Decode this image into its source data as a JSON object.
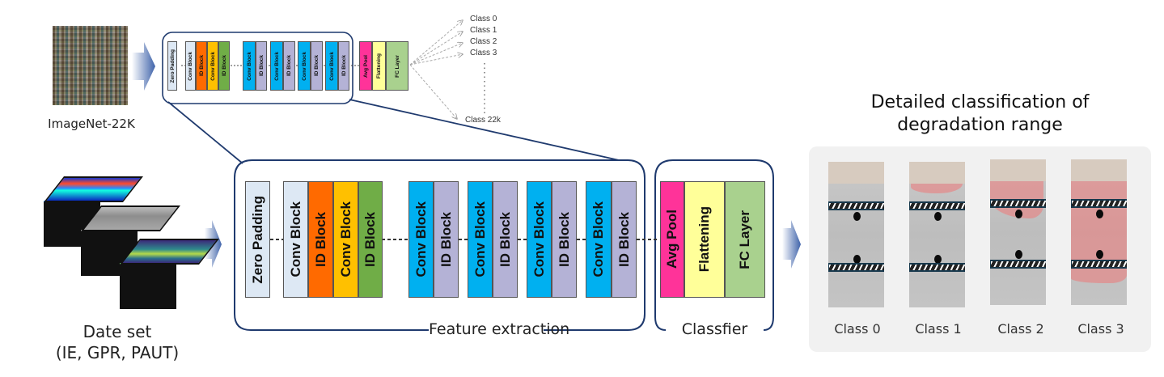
{
  "pretrain": {
    "dataset_label": "ImageNet-22K",
    "network_blocks": [
      {
        "label": "Zero Padding",
        "color": "#dde8f4"
      },
      {
        "label": "Conv Block",
        "color": "#dde8f4"
      },
      {
        "label": "ID Block",
        "color": "#ff6a00"
      },
      {
        "label": "Conv Block",
        "color": "#ffc000"
      },
      {
        "label": "ID Block",
        "color": "#70ad47"
      },
      {
        "label": "Conv Block",
        "color": "#00b0f0"
      },
      {
        "label": "ID Block",
        "color": "#b4b2d6"
      },
      {
        "label": "Conv Block",
        "color": "#00b0f0"
      },
      {
        "label": "ID Block",
        "color": "#b4b2d6"
      },
      {
        "label": "Conv Block",
        "color": "#00b0f0"
      },
      {
        "label": "ID Block",
        "color": "#b4b2d6"
      },
      {
        "label": "Conv Block",
        "color": "#00b0f0"
      },
      {
        "label": "ID Block",
        "color": "#b4b2d6"
      },
      {
        "label": "Avg Pool",
        "color": "#ff3399"
      },
      {
        "label": "Flattening",
        "color": "#ffff99"
      },
      {
        "label": "FC Layer",
        "color": "#a9d18e"
      }
    ],
    "output_classes": [
      "Class 0",
      "Class 1",
      "Class 2",
      "Class 3",
      "Class 22k"
    ]
  },
  "dataset": {
    "title": "Date set",
    "subtitle": "(IE, GPR, PAUT)"
  },
  "feature_extraction": {
    "label": "Feature extraction",
    "blocks": [
      {
        "label": "Zero Padding",
        "color": "#dde8f4"
      },
      {
        "label": "Conv Block",
        "color": "#dde8f4"
      },
      {
        "label": "ID Block",
        "color": "#ff6a00"
      },
      {
        "label": "Conv Block",
        "color": "#ffc000"
      },
      {
        "label": "ID Block",
        "color": "#70ad47"
      },
      {
        "label": "Conv Block",
        "color": "#00b0f0"
      },
      {
        "label": "ID Block",
        "color": "#b4b2d6"
      },
      {
        "label": "Conv Block",
        "color": "#00b0f0"
      },
      {
        "label": "ID Block",
        "color": "#b4b2d6"
      },
      {
        "label": "Conv Block",
        "color": "#00b0f0"
      },
      {
        "label": "ID Block",
        "color": "#b4b2d6"
      },
      {
        "label": "Conv Block",
        "color": "#00b0f0"
      },
      {
        "label": "ID Block",
        "color": "#b4b2d6"
      }
    ]
  },
  "classifier": {
    "label": "Classfier",
    "blocks": [
      {
        "label": "Avg Pool",
        "color": "#ff3399"
      },
      {
        "label": "Flattening",
        "color": "#ffff99"
      },
      {
        "label": "FC Layer",
        "color": "#a9d18e"
      }
    ]
  },
  "result": {
    "title_line1": "Detailed classification of",
    "title_line2": "degradation range",
    "classes": [
      {
        "label": "Class 0",
        "degradation": "none"
      },
      {
        "label": "Class 1",
        "degradation": "surface"
      },
      {
        "label": "Class 2",
        "degradation": "to first rebar"
      },
      {
        "label": "Class 3",
        "degradation": "beyond second rebar"
      }
    ]
  },
  "colors": {
    "frame": "#1f3a6e",
    "arrow": "#4a6fb5",
    "degradation": "#ee7878"
  }
}
